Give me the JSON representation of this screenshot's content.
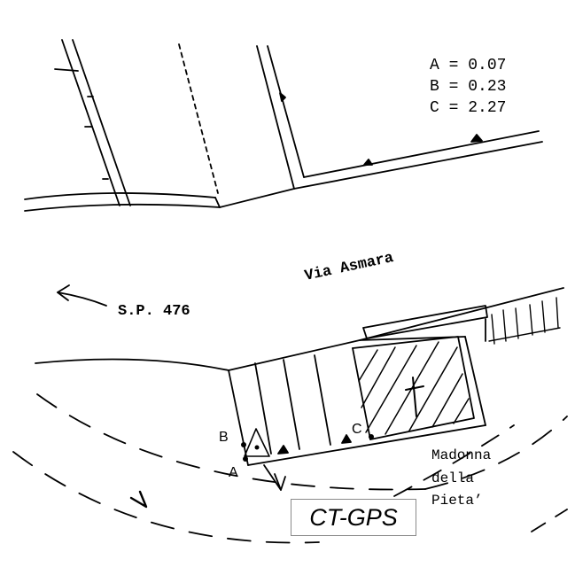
{
  "legend": [
    {
      "label": "A",
      "separator": "=",
      "value": "0.07"
    },
    {
      "label": "B",
      "separator": "=",
      "value": "0.23"
    },
    {
      "label": "C",
      "separator": "=",
      "value": "2.27"
    }
  ],
  "street_name": "Via Asmara",
  "road_label": "S.P. 476",
  "place_name": [
    "Madonna",
    "della",
    "Pieta’"
  ],
  "station_label": "CT-GPS",
  "points": {
    "a": "A",
    "b": "B",
    "c": "C"
  }
}
